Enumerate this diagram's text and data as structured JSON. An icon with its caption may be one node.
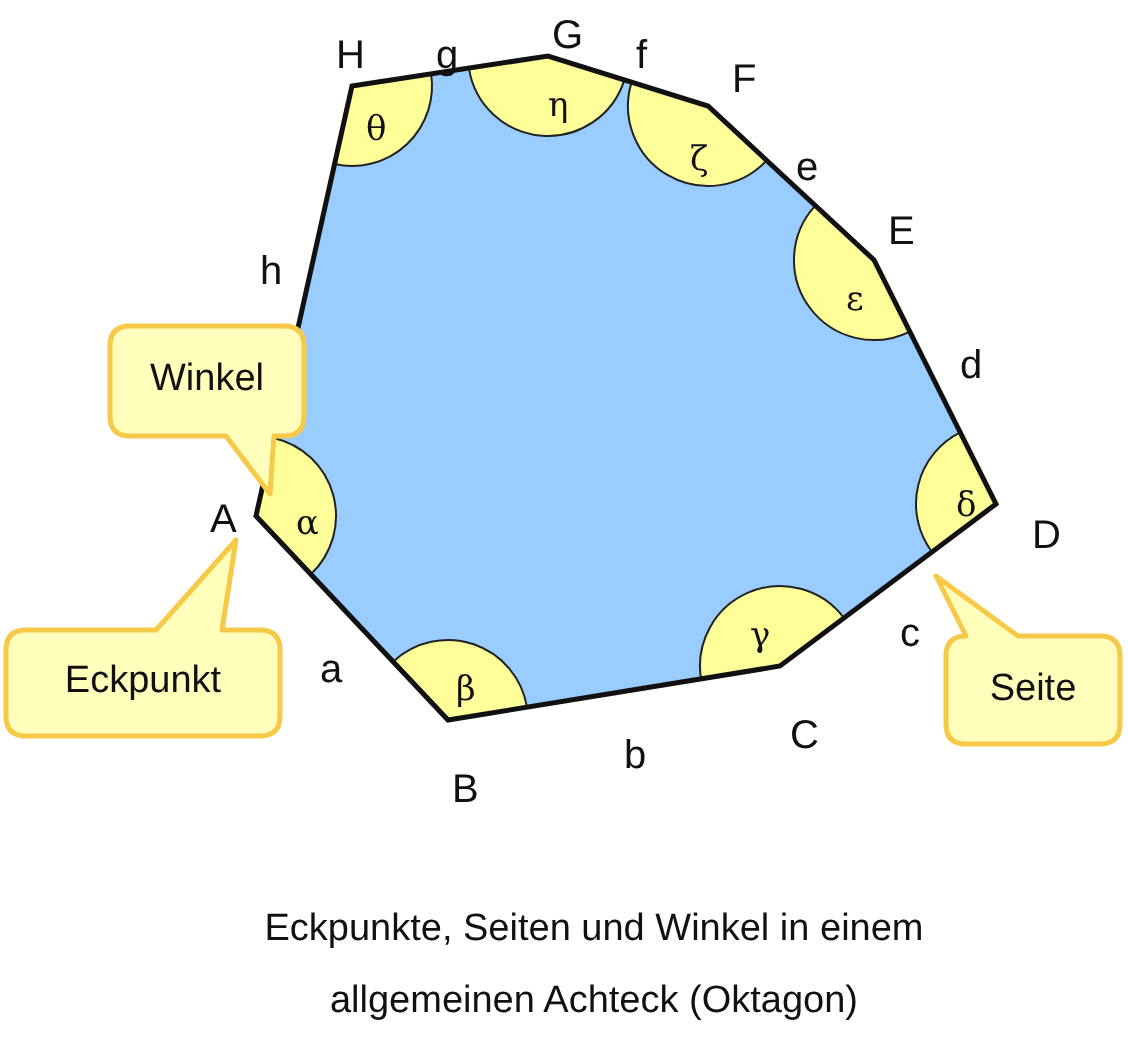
{
  "diagram": {
    "caption": "Eckpunkte, Seiten und Winkel in einem allgemeinen Achteck (Oktagon)",
    "nodes": [
      {
        "text": [
          "Winkel"
        ]
      },
      {
        "text": [
          "Eckpunkt"
        ]
      },
      {
        "text": [
          "Seite"
        ]
      }
    ],
    "labels": [
      "H",
      "g",
      "G",
      "f",
      "F",
      "e",
      "E",
      "h",
      "θ",
      "η",
      "ζ",
      "ε",
      "d",
      "A",
      "α",
      "δ",
      "D",
      "γ",
      "β",
      "a",
      "c",
      "B",
      "b",
      "C"
    ]
  }
}
